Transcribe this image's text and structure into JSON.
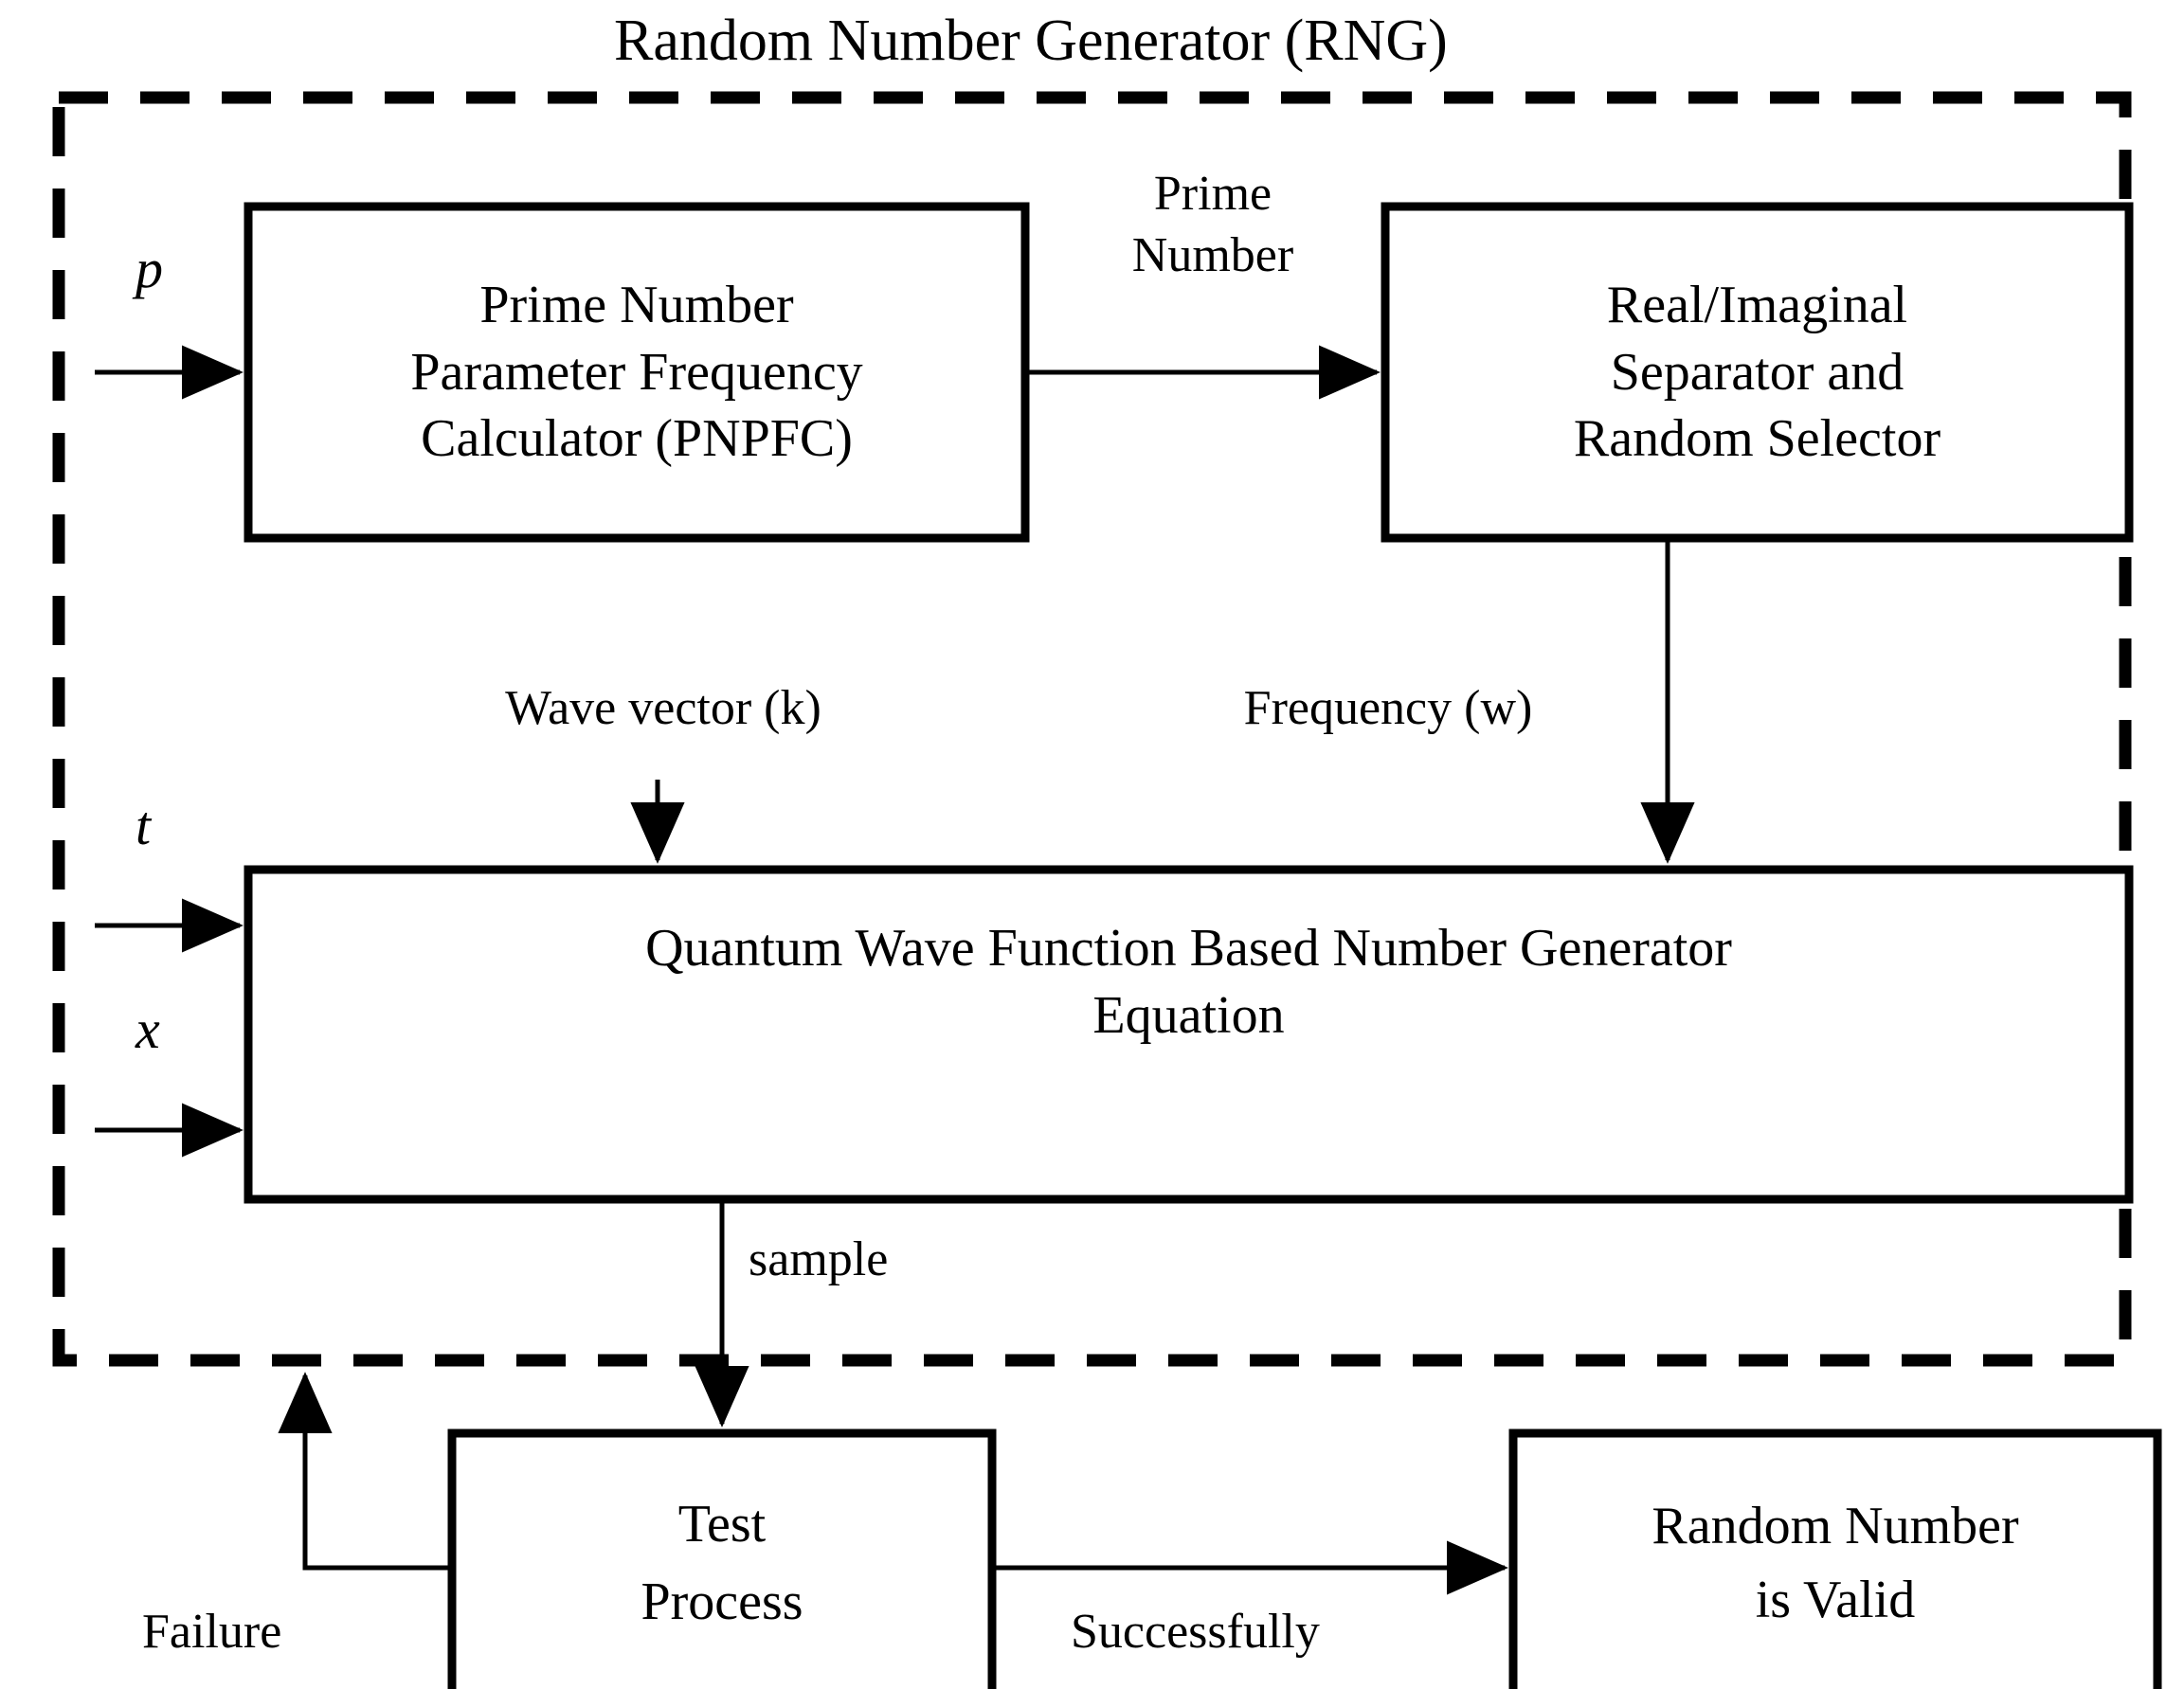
{
  "diagram": {
    "title": "Random Number Generator (RNG)",
    "type": "block-diagram",
    "colors": {
      "stroke": "#000000",
      "background": "#ffffff",
      "text": "#000000"
    },
    "boundary": {
      "label": "Random Number Generator (RNG)",
      "style": "dashed"
    },
    "blocks": [
      {
        "id": "pnpfc",
        "lines": [
          "Prime Number",
          "Parameter Frequency",
          "Calculator (PNPFC)"
        ]
      },
      {
        "id": "separator",
        "lines": [
          "Real/Imaginal",
          "Separator and",
          "Random Selector"
        ]
      },
      {
        "id": "equation",
        "lines": [
          "Quantum Wave Function Based Number Generator",
          "Equation"
        ]
      },
      {
        "id": "test-process",
        "lines": [
          "Test",
          "Process"
        ]
      },
      {
        "id": "valid",
        "lines": [
          "Random Number",
          "is Valid"
        ]
      }
    ],
    "inputs": [
      {
        "id": "p",
        "label": "p"
      },
      {
        "id": "t",
        "label": "t"
      },
      {
        "id": "x",
        "label": "x"
      }
    ],
    "edge_labels": [
      {
        "id": "prime-number",
        "lines": [
          "Prime",
          "Number"
        ]
      },
      {
        "id": "wave-vector",
        "lines": [
          "Wave vector (k)"
        ]
      },
      {
        "id": "frequency",
        "lines": [
          "Frequency (w)"
        ]
      },
      {
        "id": "sample",
        "lines": [
          "sample"
        ]
      },
      {
        "id": "failure",
        "lines": [
          "Failure"
        ]
      },
      {
        "id": "successfully",
        "lines": [
          "Successfully"
        ]
      }
    ]
  }
}
